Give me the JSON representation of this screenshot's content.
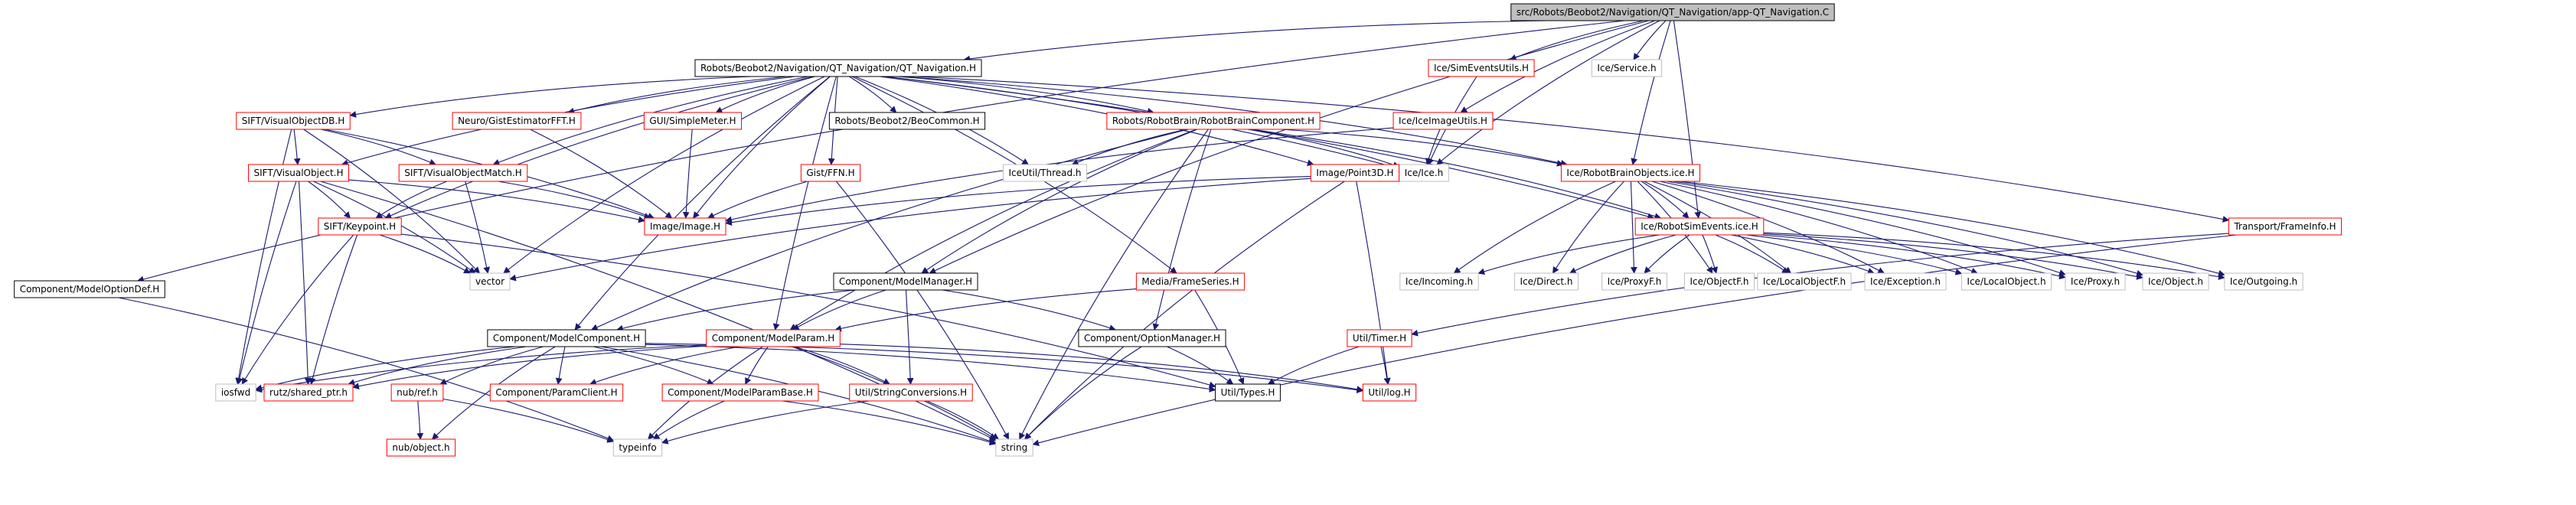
{
  "nodes": [
    {
      "id": "n0",
      "label": "src/Robots/Beobot2/Navigation/QT_Navigation/app-QT_Navigation.C",
      "style": "root"
    },
    {
      "id": "n1",
      "label": "Robots/Beobot2/Navigation/QT_Navigation/QT_Navigation.H",
      "style": "black"
    },
    {
      "id": "n2",
      "label": "Ice/SimEventsUtils.H",
      "style": "red"
    },
    {
      "id": "n3",
      "label": "Ice/Service.h",
      "style": "gray"
    },
    {
      "id": "n4",
      "label": "Ice/IceImageUtils.H",
      "style": "red"
    },
    {
      "id": "n5",
      "label": "Ice/Ice.h",
      "style": "gray"
    },
    {
      "id": "n6",
      "label": "Component/ModelOptionDef.H",
      "style": "black"
    },
    {
      "id": "n7",
      "label": "SIFT/VisualObjectDB.H",
      "style": "red"
    },
    {
      "id": "n8",
      "label": "Neuro/GistEstimatorFFT.H",
      "style": "red"
    },
    {
      "id": "n9",
      "label": "GUI/SimpleMeter.H",
      "style": "red"
    },
    {
      "id": "n10",
      "label": "Robots/Beobot2/BeoCommon.H",
      "style": "black"
    },
    {
      "id": "n11",
      "label": "Robots/RobotBrain/RobotBrainComponent.H",
      "style": "red"
    },
    {
      "id": "n12",
      "label": "SIFT/VisualObject.H",
      "style": "red"
    },
    {
      "id": "n13",
      "label": "SIFT/VisualObjectMatch.H",
      "style": "red"
    },
    {
      "id": "n14",
      "label": "Gist/FFN.H",
      "style": "red"
    },
    {
      "id": "n15",
      "label": "IceUtil/Thread.h",
      "style": "gray"
    },
    {
      "id": "n16",
      "label": "Image/Point3D.H",
      "style": "red"
    },
    {
      "id": "n17",
      "label": "Ice/RobotBrainObjects.ice.H",
      "style": "red"
    },
    {
      "id": "n18",
      "label": "Image/Image.H",
      "style": "red"
    },
    {
      "id": "n19",
      "label": "SIFT/Keypoint.H",
      "style": "red"
    },
    {
      "id": "n20",
      "label": "Ice/RobotSimEvents.ice.H",
      "style": "red"
    },
    {
      "id": "n21",
      "label": "Transport/FrameInfo.H",
      "style": "red"
    },
    {
      "id": "n22",
      "label": "vector",
      "style": "gray"
    },
    {
      "id": "n23",
      "label": "Component/ModelManager.H",
      "style": "black"
    },
    {
      "id": "n24",
      "label": "Media/FrameSeries.H",
      "style": "red"
    },
    {
      "id": "n25",
      "label": "Ice/Incoming.h",
      "style": "gray"
    },
    {
      "id": "n26",
      "label": "Ice/Direct.h",
      "style": "gray"
    },
    {
      "id": "n27",
      "label": "Ice/ProxyF.h",
      "style": "gray"
    },
    {
      "id": "n28",
      "label": "Ice/ObjectF.h",
      "style": "gray"
    },
    {
      "id": "n29",
      "label": "Ice/LocalObjectF.h",
      "style": "gray"
    },
    {
      "id": "n30",
      "label": "Ice/Exception.h",
      "style": "gray"
    },
    {
      "id": "n31",
      "label": "Ice/LocalObject.h",
      "style": "gray"
    },
    {
      "id": "n32",
      "label": "Ice/Proxy.h",
      "style": "gray"
    },
    {
      "id": "n33",
      "label": "Ice/Object.h",
      "style": "gray"
    },
    {
      "id": "n34",
      "label": "Ice/Outgoing.h",
      "style": "gray"
    },
    {
      "id": "n35",
      "label": "Component/ModelComponent.H",
      "style": "black"
    },
    {
      "id": "n36",
      "label": "Component/ModelParam.H",
      "style": "red"
    },
    {
      "id": "n37",
      "label": "Component/OptionManager.H",
      "style": "black"
    },
    {
      "id": "n38",
      "label": "Util/Timer.H",
      "style": "red"
    },
    {
      "id": "n39",
      "label": "iosfwd",
      "style": "gray"
    },
    {
      "id": "n40",
      "label": "rutz/shared_ptr.h",
      "style": "red"
    },
    {
      "id": "n41",
      "label": "nub/ref.h",
      "style": "red"
    },
    {
      "id": "n42",
      "label": "Component/ParamClient.H",
      "style": "red"
    },
    {
      "id": "n43",
      "label": "Component/ModelParamBase.H",
      "style": "red"
    },
    {
      "id": "n44",
      "label": "Util/StringConversions.H",
      "style": "red"
    },
    {
      "id": "n45",
      "label": "Util/Types.H",
      "style": "black"
    },
    {
      "id": "n46",
      "label": "Util/log.H",
      "style": "red"
    },
    {
      "id": "n47",
      "label": "nub/object.h",
      "style": "red"
    },
    {
      "id": "n48",
      "label": "typeinfo",
      "style": "gray"
    },
    {
      "id": "n49",
      "label": "string",
      "style": "gray"
    }
  ],
  "edges": [
    [
      "n0",
      "n1"
    ],
    [
      "n0",
      "n2"
    ],
    [
      "n0",
      "n3"
    ],
    [
      "n0",
      "n4"
    ],
    [
      "n0",
      "n5"
    ],
    [
      "n0",
      "n6"
    ],
    [
      "n0",
      "n17"
    ],
    [
      "n0",
      "n20"
    ],
    [
      "n0",
      "n23"
    ],
    [
      "n1",
      "n7"
    ],
    [
      "n1",
      "n8"
    ],
    [
      "n1",
      "n9"
    ],
    [
      "n1",
      "n10"
    ],
    [
      "n1",
      "n11"
    ],
    [
      "n1",
      "n12"
    ],
    [
      "n1",
      "n13"
    ],
    [
      "n1",
      "n14"
    ],
    [
      "n1",
      "n15"
    ],
    [
      "n1",
      "n16"
    ],
    [
      "n1",
      "n17"
    ],
    [
      "n1",
      "n18"
    ],
    [
      "n1",
      "n19"
    ],
    [
      "n1",
      "n20"
    ],
    [
      "n1",
      "n21"
    ],
    [
      "n1",
      "n22"
    ],
    [
      "n1",
      "n24"
    ],
    [
      "n1",
      "n35"
    ],
    [
      "n1",
      "n36"
    ],
    [
      "n1",
      "n5"
    ],
    [
      "n2",
      "n5"
    ],
    [
      "n4",
      "n5"
    ],
    [
      "n4",
      "n18"
    ],
    [
      "n6",
      "n48"
    ],
    [
      "n7",
      "n12"
    ],
    [
      "n7",
      "n13"
    ],
    [
      "n7",
      "n18"
    ],
    [
      "n7",
      "n22"
    ],
    [
      "n7",
      "n39"
    ],
    [
      "n8",
      "n18"
    ],
    [
      "n9",
      "n18"
    ],
    [
      "n11",
      "n15"
    ],
    [
      "n11",
      "n17"
    ],
    [
      "n11",
      "n20"
    ],
    [
      "n11",
      "n23"
    ],
    [
      "n11",
      "n35"
    ],
    [
      "n11",
      "n36"
    ],
    [
      "n11",
      "n37"
    ],
    [
      "n11",
      "n49"
    ],
    [
      "n11",
      "n5"
    ],
    [
      "n12",
      "n18"
    ],
    [
      "n12",
      "n19"
    ],
    [
      "n12",
      "n22"
    ],
    [
      "n12",
      "n39"
    ],
    [
      "n12",
      "n40"
    ],
    [
      "n12",
      "n49"
    ],
    [
      "n13",
      "n18"
    ],
    [
      "n13",
      "n19"
    ],
    [
      "n13",
      "n22"
    ],
    [
      "n14",
      "n18"
    ],
    [
      "n14",
      "n49"
    ],
    [
      "n16",
      "n18"
    ],
    [
      "n16",
      "n22"
    ],
    [
      "n16",
      "n46"
    ],
    [
      "n16",
      "n49"
    ],
    [
      "n17",
      "n20"
    ],
    [
      "n17",
      "n25"
    ],
    [
      "n17",
      "n26"
    ],
    [
      "n17",
      "n27"
    ],
    [
      "n17",
      "n28"
    ],
    [
      "n17",
      "n29"
    ],
    [
      "n17",
      "n30"
    ],
    [
      "n17",
      "n31"
    ],
    [
      "n17",
      "n32"
    ],
    [
      "n17",
      "n33"
    ],
    [
      "n17",
      "n34"
    ],
    [
      "n19",
      "n22"
    ],
    [
      "n19",
      "n39"
    ],
    [
      "n19",
      "n40"
    ],
    [
      "n19",
      "n45"
    ],
    [
      "n20",
      "n25"
    ],
    [
      "n20",
      "n26"
    ],
    [
      "n20",
      "n27"
    ],
    [
      "n20",
      "n28"
    ],
    [
      "n20",
      "n29"
    ],
    [
      "n20",
      "n30"
    ],
    [
      "n20",
      "n31"
    ],
    [
      "n20",
      "n32"
    ],
    [
      "n20",
      "n33"
    ],
    [
      "n20",
      "n34"
    ],
    [
      "n21",
      "n38"
    ],
    [
      "n21",
      "n49"
    ],
    [
      "n23",
      "n35"
    ],
    [
      "n23",
      "n36"
    ],
    [
      "n23",
      "n37"
    ],
    [
      "n23",
      "n44"
    ],
    [
      "n24",
      "n36"
    ],
    [
      "n24",
      "n45"
    ],
    [
      "n35",
      "n39"
    ],
    [
      "n35",
      "n40"
    ],
    [
      "n35",
      "n41"
    ],
    [
      "n35",
      "n42"
    ],
    [
      "n35",
      "n43"
    ],
    [
      "n35",
      "n45"
    ],
    [
      "n35",
      "n46"
    ],
    [
      "n35",
      "n47"
    ],
    [
      "n35",
      "n49"
    ],
    [
      "n36",
      "n39"
    ],
    [
      "n36",
      "n40"
    ],
    [
      "n36",
      "n42"
    ],
    [
      "n36",
      "n43"
    ],
    [
      "n36",
      "n44"
    ],
    [
      "n36",
      "n46"
    ],
    [
      "n36",
      "n48"
    ],
    [
      "n36",
      "n49"
    ],
    [
      "n37",
      "n45"
    ],
    [
      "n37",
      "n49"
    ],
    [
      "n38",
      "n45"
    ],
    [
      "n38",
      "n46"
    ],
    [
      "n41",
      "n47"
    ],
    [
      "n41",
      "n48"
    ],
    [
      "n43",
      "n48"
    ],
    [
      "n43",
      "n49"
    ],
    [
      "n44",
      "n48"
    ],
    [
      "n44",
      "n49"
    ]
  ],
  "colors": {
    "root_fill": "#bfbfbf",
    "black": "#000000",
    "red": "#ff0000",
    "gray": "#bfbfbf",
    "edge": "#191970",
    "edge_highlight": "#ff0000"
  }
}
